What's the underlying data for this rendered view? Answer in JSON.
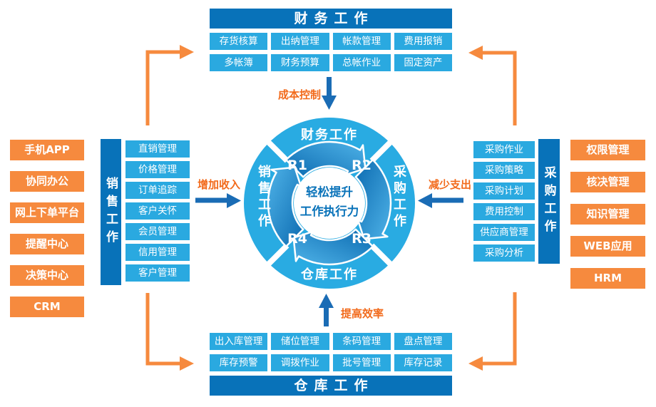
{
  "colors": {
    "dark_blue": "#0872b9",
    "light_blue": "#2aa9e0",
    "ring_blue": "#29abe2",
    "orange": "#f68a3e",
    "orange_text": "#f26a1b",
    "arrow_blue": "#1a6cb5"
  },
  "finance_section": {
    "title": "财务工作",
    "items": [
      "存货核算",
      "出纳管理",
      "帐款管理",
      "费用报销",
      "多帐簿",
      "财务预算",
      "总帐作业",
      "固定资产"
    ]
  },
  "warehouse_section": {
    "title": "仓库工作",
    "items": [
      "出入库管理",
      "储位管理",
      "条码管理",
      "盘点管理",
      "库存预警",
      "调拨作业",
      "批号管理",
      "库存记录"
    ]
  },
  "left_modules": {
    "items": [
      "手机APP",
      "协同办公",
      "网上下单平台",
      "提醒中心",
      "决策中心",
      "CRM"
    ]
  },
  "right_modules": {
    "items": [
      "权限管理",
      "核决管理",
      "知识管理",
      "WEB应用",
      "HRM"
    ]
  },
  "sales_section": {
    "bar": "销售工作",
    "items": [
      "直销管理",
      "价格管理",
      "订单追踪",
      "客户关怀",
      "会员管理",
      "信用管理",
      "客户管理"
    ]
  },
  "purchase_section": {
    "bar": "采购工作",
    "items": [
      "采购作业",
      "采购策略",
      "采购计划",
      "费用控制",
      "供应商管理",
      "采购分析"
    ]
  },
  "flow_labels": {
    "top": "成本控制",
    "left": "增加收入",
    "right": "减少支出",
    "bottom": "提高效率"
  },
  "cycle": {
    "top": "财务工作",
    "right": "采购工作",
    "bottom": "仓库工作",
    "left": "销售工作",
    "r1": "R1",
    "r2": "R2",
    "r3": "R3",
    "r4": "R4",
    "center_line1": "轻松提升",
    "center_line2": "工作执行力"
  }
}
